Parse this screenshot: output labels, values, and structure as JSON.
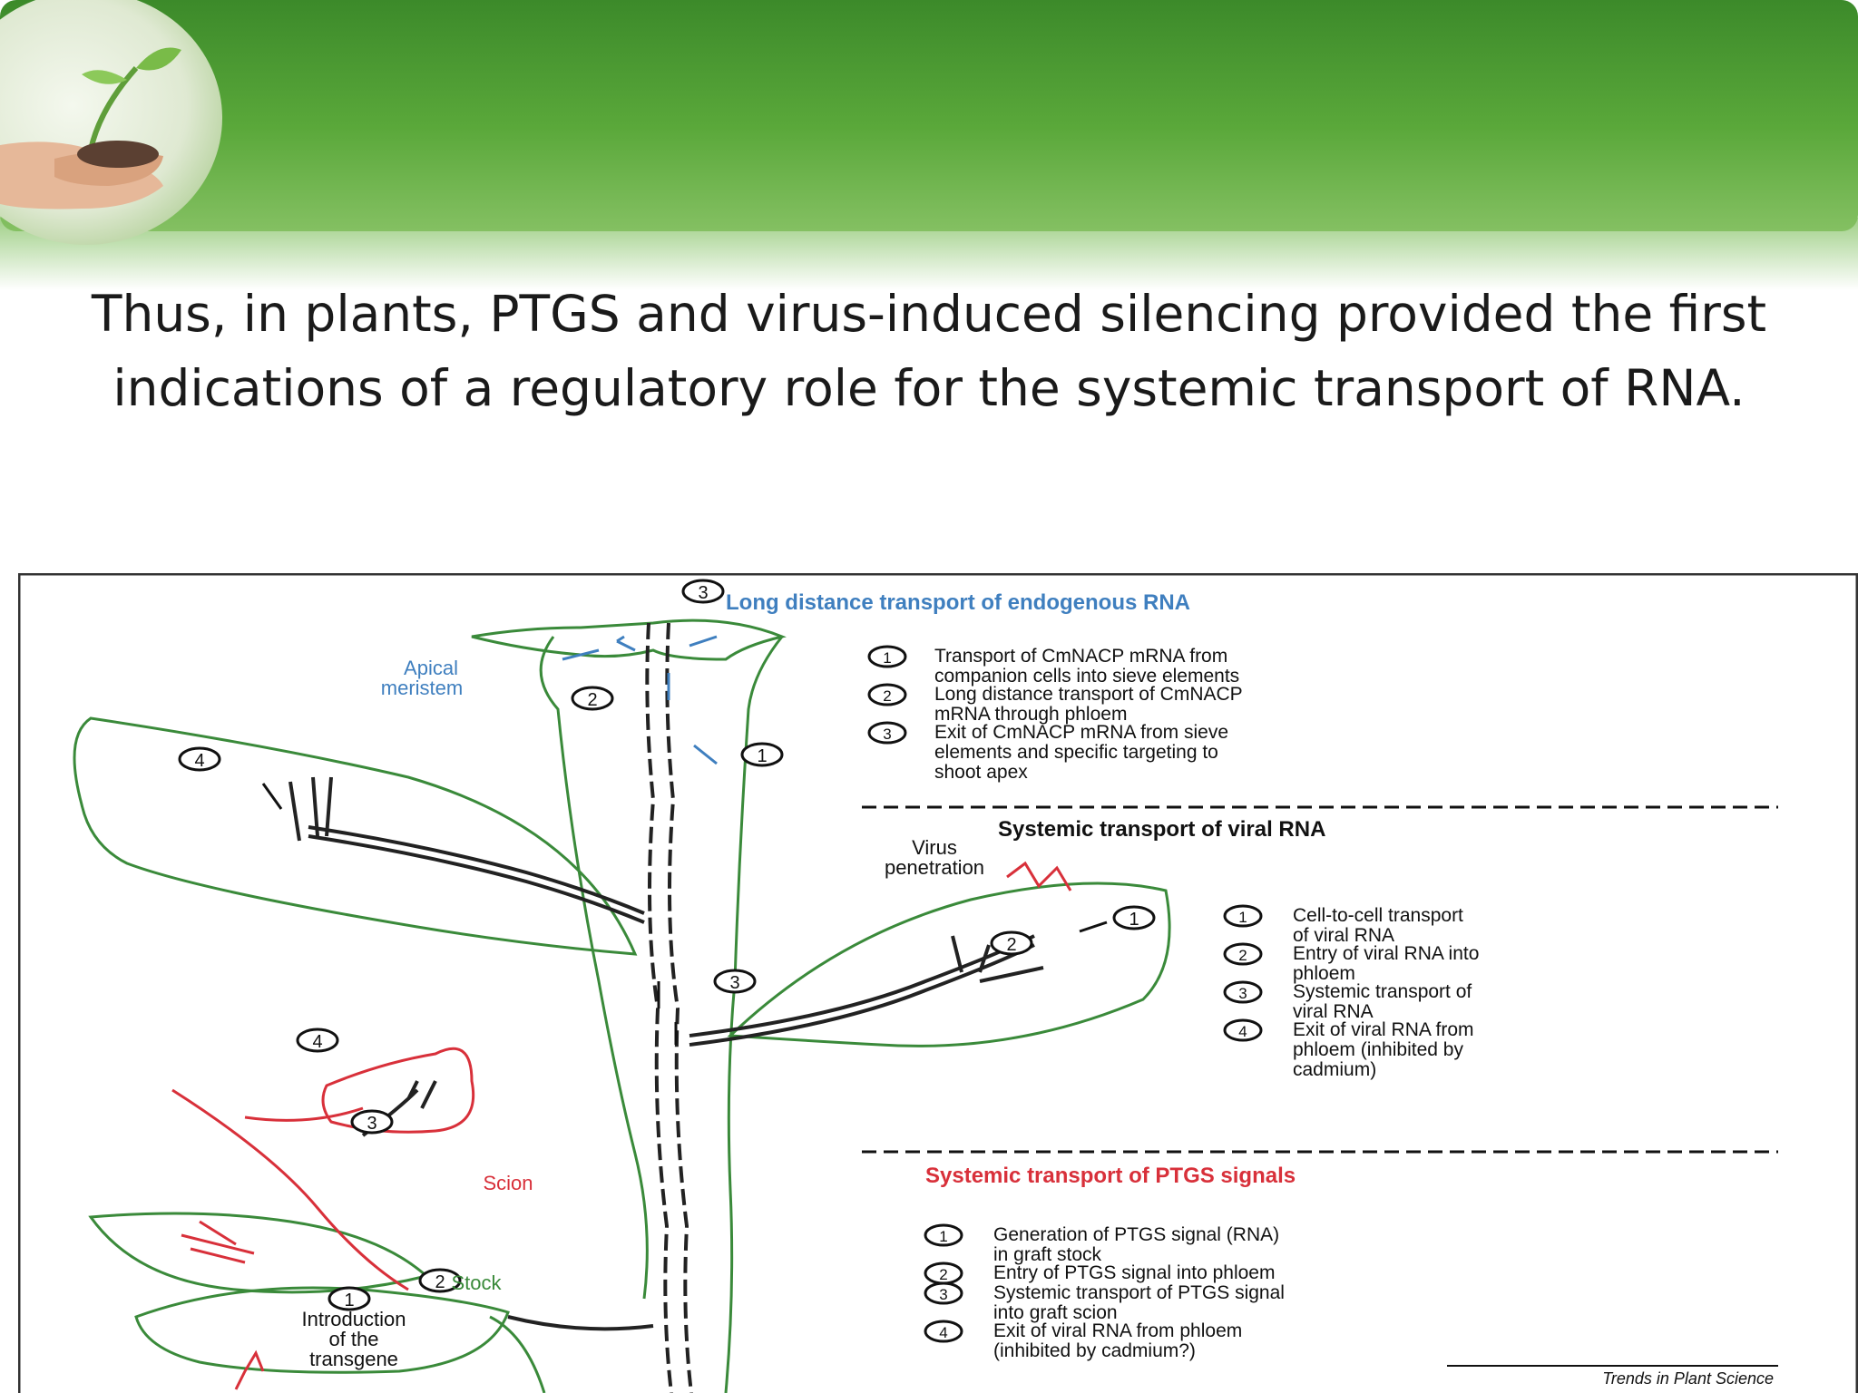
{
  "slide": {
    "caption_line1": "Thus, in plants, PTGS and virus-induced silencing provided the first",
    "caption_line2": "indications of a regulatory role for the systemic transport of RNA."
  },
  "colors": {
    "banner_green": "#4f9a32",
    "banner_light": "#8cc56c",
    "plant_outline": "#3a8a3a",
    "blue_text": "#3f7fbf",
    "red_text": "#d8303a",
    "phloem": "#222222"
  },
  "figure": {
    "labels": {
      "apical_meristem_1": "Apical",
      "apical_meristem_2": "meristem",
      "virus_1": "Virus",
      "virus_2": "penetration",
      "scion": "Scion",
      "stock": "Stock",
      "intro_1": "Introduction",
      "intro_2": "of the",
      "intro_3": "transgene"
    },
    "markers": {
      "one": "1",
      "two": "2",
      "three": "3",
      "four": "4"
    },
    "sections": {
      "endogenous": {
        "title": "Long distance transport of endogenous RNA",
        "items": [
          {
            "num": "1",
            "l1": "Transport of CmNACP mRNA from",
            "l2": "companion cells into sieve elements"
          },
          {
            "num": "2",
            "l1": "Long distance transport of CmNACP",
            "l2": "mRNA through phloem"
          },
          {
            "num": "3",
            "l1": "Exit of CmNACP mRNA from sieve",
            "l2": "elements and specific targeting to",
            "l3": "shoot apex"
          }
        ]
      },
      "viral": {
        "title": "Systemic transport of viral RNA",
        "items": [
          {
            "num": "1",
            "l1": "Cell-to-cell transport",
            "l2": "of viral RNA"
          },
          {
            "num": "2",
            "l1": "Entry of viral RNA into",
            "l2": "phloem"
          },
          {
            "num": "3",
            "l1": "Systemic transport of",
            "l2": "viral RNA"
          },
          {
            "num": "4",
            "l1": "Exit of viral RNA from",
            "l2": "phloem (inhibited by",
            "l3": "cadmium)"
          }
        ]
      },
      "ptgs": {
        "title": "Systemic transport of PTGS signals",
        "items": [
          {
            "num": "1",
            "l1": "Generation of PTGS signal (RNA)",
            "l2": "in graft stock"
          },
          {
            "num": "2",
            "l1": "Entry of PTGS signal into phloem"
          },
          {
            "num": "3",
            "l1": "Systemic transport of PTGS signal",
            "l2": "into graft scion"
          },
          {
            "num": "4",
            "l1": "Exit of viral RNA from phloem",
            "l2": "(inhibited by cadmium?)"
          }
        ]
      }
    },
    "source": "Trends in Plant Science"
  }
}
